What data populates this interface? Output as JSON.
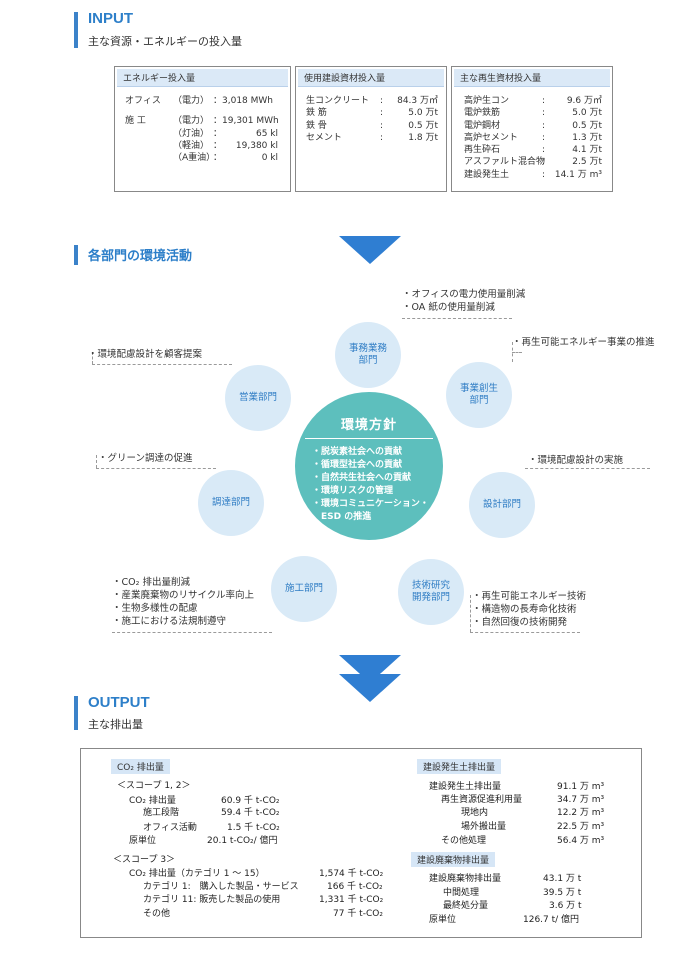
{
  "input": {
    "title": "INPUT",
    "subtitle": "主な資源・エネルギーの投入量",
    "energy": {
      "header": "エネルギー投入量",
      "rows": [
        {
          "cat": "オフィス",
          "type": "（電力）",
          "value": "：3,018 MWh"
        },
        {
          "cat": "施 工",
          "type": "（電力）",
          "value": "：19,301 MWh"
        },
        {
          "cat": "",
          "type": "（灯油）",
          "value": "：",
          "value2": "65 kl"
        },
        {
          "cat": "",
          "type": "（軽油）",
          "value": "：",
          "value2": "19,380 kl"
        },
        {
          "cat": "",
          "type": "（A重油）",
          "value": "：",
          "value2": "0 kl"
        }
      ]
    },
    "materials": {
      "header": "使用建設資材投入量",
      "rows": [
        {
          "name": "生コンクリート",
          "value": "84.3 万㎥"
        },
        {
          "name": "鉄 筋",
          "value": "5.0 万t"
        },
        {
          "name": "鉄 骨",
          "value": "0.5 万t"
        },
        {
          "name": "セメント",
          "value": "1.8 万t"
        }
      ]
    },
    "recycled": {
      "header": "主な再生資材投入量",
      "rows": [
        {
          "name": "高炉生コン",
          "value": "9.6 万㎥"
        },
        {
          "name": "電炉鉄筋",
          "value": "5.0 万t"
        },
        {
          "name": "電炉鋼材",
          "value": "0.5 万t"
        },
        {
          "name": "高炉セメント",
          "value": "1.3 万t"
        },
        {
          "name": "再生砕石",
          "value": "4.1 万t"
        },
        {
          "name": "アスファルト混合物",
          "value": "2.5 万t"
        },
        {
          "name": "建設発生土",
          "value": "14.1 万 m³"
        }
      ]
    }
  },
  "activities": {
    "title": "各部門の環境活動",
    "center": {
      "title": "環境方針",
      "items": [
        "・脱炭素社会への貢献",
        "・循環型社会への貢献",
        "・自然共生社会への貢献",
        "・環境リスクの管理",
        "・環境コミュニケーション・",
        "　ESD の推進"
      ]
    },
    "departments": {
      "office": {
        "label1": "事務業務",
        "label2": "部門",
        "acts": [
          "・オフィスの電力使用量削減",
          "・OA 紙の使用量削減"
        ]
      },
      "newbiz": {
        "label1": "事業創生",
        "label2": "部門",
        "acts": [
          "・再生可能エネルギー事業の推進"
        ]
      },
      "design": {
        "label1": "設計部門",
        "acts": [
          "・環境配慮設計の実施"
        ]
      },
      "tech": {
        "label1": "技術研究",
        "label2": "開発部門",
        "acts": [
          "・再生可能エネルギー技術",
          "・構造物の長寿命化技術",
          "・自然回復の技術開発"
        ]
      },
      "construction": {
        "label1": "施工部門",
        "acts": [
          "・CO₂ 排出量削減",
          "・産業廃棄物のリサイクル率向上",
          "・生物多様性の配慮",
          "・施工における法規制遵守"
        ]
      },
      "procurement": {
        "label1": "調達部門",
        "acts": [
          "・グリーン調達の促進"
        ]
      },
      "sales": {
        "label1": "営業部門",
        "acts": [
          "・環境配慮設計を顧客提案"
        ]
      }
    }
  },
  "output": {
    "title": "OUTPUT",
    "subtitle": "主な排出量",
    "co2": {
      "header": "CO₂ 排出量",
      "scope12": "＜スコープ 1, 2＞",
      "scope12_rows": [
        {
          "name": "CO₂ 排出量",
          "value": "60.9 千 t-CO₂"
        },
        {
          "name": "施工段階",
          "value": "59.4 千 t-CO₂"
        },
        {
          "name": "オフィス活動",
          "value": "1.5 千 t-CO₂"
        },
        {
          "name": "原単位",
          "value": "20.1 t-CO₂/ 億円"
        }
      ],
      "scope3": "＜スコープ 3＞",
      "scope3_rows": [
        {
          "name": "CO₂ 排出量（カテゴリ 1 ～ 15）",
          "value": "1,574 千 t-CO₂"
        },
        {
          "name": "カテゴリ 1:　購入した製品・サービス",
          "value": "166 千 t-CO₂"
        },
        {
          "name": "カテゴリ 11:  販売した製品の使用",
          "value": "1,331 千 t-CO₂"
        },
        {
          "name": "その他",
          "value": "77 千 t-CO₂"
        }
      ]
    },
    "soil": {
      "header": "建設発生土排出量",
      "rows": [
        {
          "name": "建設発生土排出量",
          "value": "91.1 万 m³"
        },
        {
          "name": "再生資源促進利用量",
          "value": "34.7 万 m³"
        },
        {
          "name": "現地内",
          "value": "12.2 万 m³"
        },
        {
          "name": "場外搬出量",
          "value": "22.5 万 m³"
        },
        {
          "name": "その他処理",
          "value": "56.4 万 m³"
        }
      ]
    },
    "waste": {
      "header": "建設廃棄物排出量",
      "rows": [
        {
          "name": "建設廃棄物排出量",
          "value": "43.1 万 t"
        },
        {
          "name": "中間処理",
          "value": "39.5 万 t"
        },
        {
          "name": "最終処分量",
          "value": "3.6 万 t"
        },
        {
          "name": "原単位",
          "value": "126.7 t/ 億円"
        }
      ]
    }
  }
}
